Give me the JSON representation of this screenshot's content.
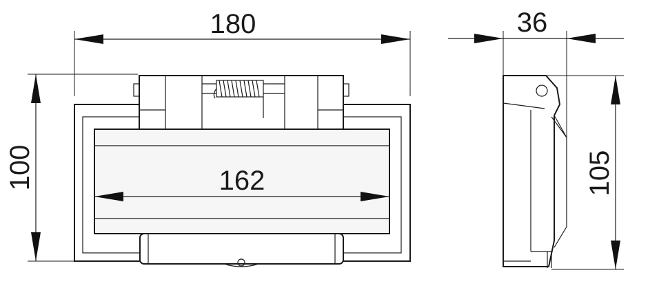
{
  "dimensions": {
    "overall_width": "180",
    "inner_width": "162",
    "height": "100",
    "side_depth": "36",
    "side_height": "105"
  },
  "colors": {
    "line": "#1a1a1a",
    "panel_fill": "#f6f6f6",
    "background": "#ffffff"
  }
}
